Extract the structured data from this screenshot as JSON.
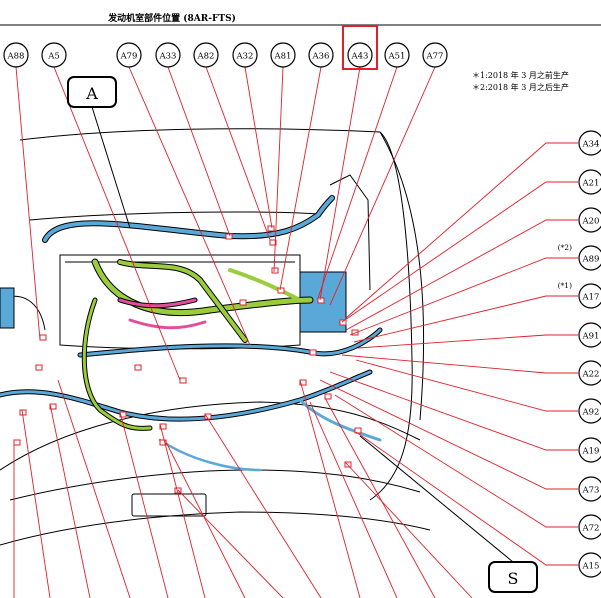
{
  "title": "发动机室部件位置 (8AR-FTS)",
  "notes": [
    "＊1:2018 年 3 月之前生产",
    "＊2:2018 年 3 月之后生产"
  ],
  "top_connectors": [
    "A88",
    "A5",
    "A79",
    "A33",
    "A82",
    "A32",
    "A81",
    "A36",
    "A43",
    "A51",
    "A77"
  ],
  "right_connectors": [
    {
      "id": "A34",
      "note": ""
    },
    {
      "id": "A21",
      "note": ""
    },
    {
      "id": "A20",
      "note": ""
    },
    {
      "id": "A89",
      "note": "(*2)"
    },
    {
      "id": "A17",
      "note": "(*1)"
    },
    {
      "id": "A91",
      "note": ""
    },
    {
      "id": "A22",
      "note": ""
    },
    {
      "id": "A92",
      "note": ""
    },
    {
      "id": "A19",
      "note": ""
    },
    {
      "id": "A73",
      "note": ""
    },
    {
      "id": "A72",
      "note": ""
    },
    {
      "id": "A15",
      "note": ""
    }
  ],
  "highlighted": "A43",
  "view_labels": {
    "a": "A",
    "s": "S"
  },
  "colors": {
    "leader": "#e0202a",
    "highlight": "#e0202a",
    "harness_blue": "#5aa8d8",
    "harness_green": "#9acc3c",
    "harness_pink": "#e0509a",
    "outline": "#000000"
  }
}
